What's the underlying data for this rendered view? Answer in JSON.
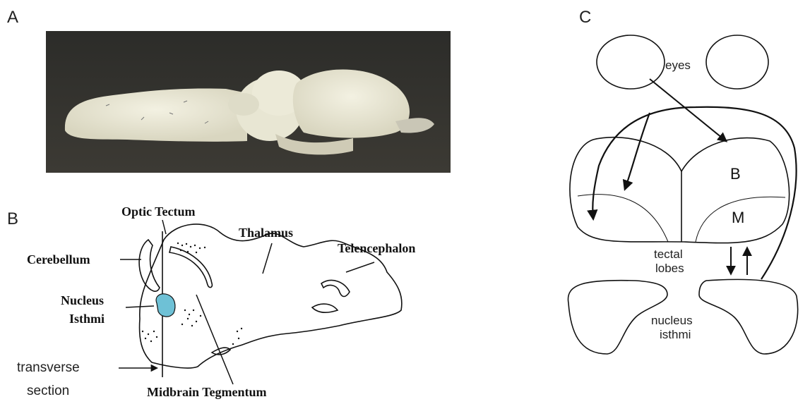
{
  "panel_a": {
    "letter": "A"
  },
  "panel_b": {
    "letter": "B",
    "labels": {
      "optic_tectum": "Optic Tectum",
      "thalamus": "Thalamus",
      "telencephalon": "Telencephalon",
      "cerebellum": "Cerebellum",
      "nucleus": "Nucleus",
      "isthmi": "Isthmi",
      "transverse": "transverse",
      "section": "section",
      "midbrain_tegmentum": "Midbrain Tegmentum"
    },
    "colors": {
      "nucleus_isthmi_fill": "#6ec1d6"
    }
  },
  "panel_c": {
    "letter": "C",
    "labels": {
      "eyes": "eyes",
      "b": "B",
      "m": "M",
      "tectal": "tectal",
      "lobes": "lobes",
      "nucleus": "nucleus",
      "isthmi": "isthmi"
    }
  }
}
